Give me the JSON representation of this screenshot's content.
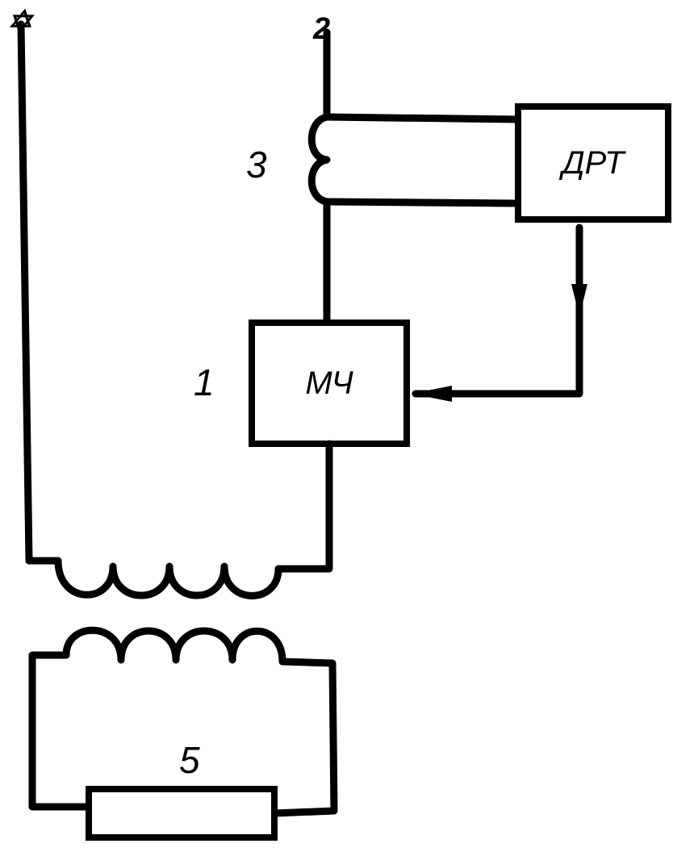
{
  "diagram": {
    "terminals": {
      "left": "✡",
      "right": "2"
    },
    "blocks": {
      "regulator": "ДРТ",
      "controller": "МЧ"
    },
    "numbers": {
      "controller": "1",
      "current_transformer": "3",
      "load": "5"
    }
  }
}
